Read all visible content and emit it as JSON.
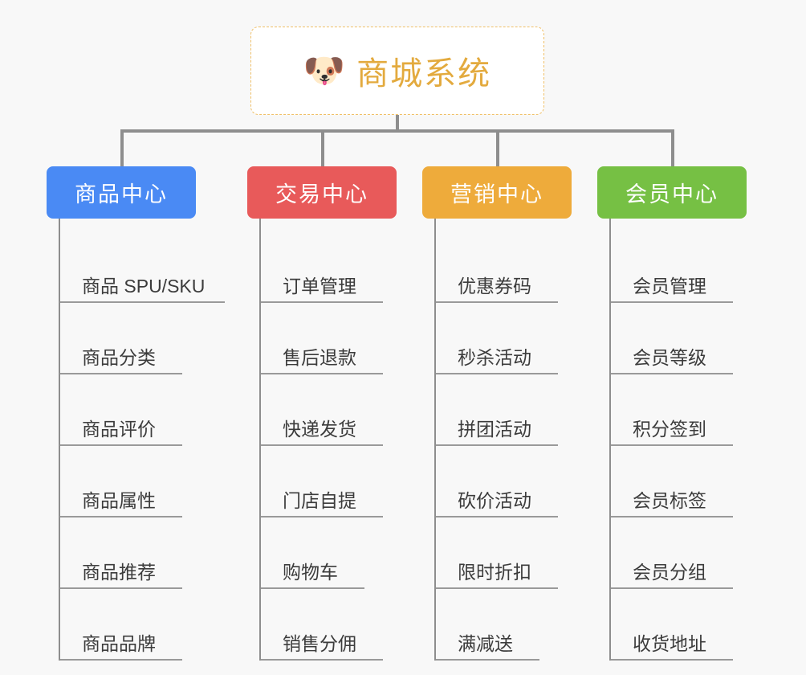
{
  "root": {
    "icon": "shiba-dog-emoji",
    "icon_glyph": "🐶",
    "title": "商城系统",
    "title_color": "#e3aa3e",
    "border_color": "#f0c068"
  },
  "canvas": {
    "background": "#f8f8f8",
    "connector_color": "#8e8e8e"
  },
  "branches": [
    {
      "label": "商品中心",
      "color": "#4a8af4",
      "rule_width": 205,
      "items": [
        {
          "label": "商品 SPU/SKU",
          "rule_width": 205
        },
        {
          "label": "商品分类",
          "rule_width": 152
        },
        {
          "label": "商品评价",
          "rule_width": 152
        },
        {
          "label": "商品属性",
          "rule_width": 152
        },
        {
          "label": "商品推荐",
          "rule_width": 152
        },
        {
          "label": "商品品牌",
          "rule_width": 152
        }
      ]
    },
    {
      "label": "交易中心",
      "color": "#e85a5a",
      "rule_width": 152,
      "items": [
        {
          "label": "订单管理",
          "rule_width": 152
        },
        {
          "label": "售后退款",
          "rule_width": 152
        },
        {
          "label": "快递发货",
          "rule_width": 152
        },
        {
          "label": "门店自提",
          "rule_width": 152
        },
        {
          "label": "购物车",
          "rule_width": 129
        },
        {
          "label": "销售分佣",
          "rule_width": 152
        }
      ]
    },
    {
      "label": "营销中心",
      "color": "#eeab3b",
      "rule_width": 152,
      "items": [
        {
          "label": "优惠券码",
          "rule_width": 152
        },
        {
          "label": "秒杀活动",
          "rule_width": 152
        },
        {
          "label": "拼团活动",
          "rule_width": 152
        },
        {
          "label": "砍价活动",
          "rule_width": 152
        },
        {
          "label": "限时折扣",
          "rule_width": 152
        },
        {
          "label": "满减送",
          "rule_width": 129
        }
      ]
    },
    {
      "label": "会员中心",
      "color": "#76c044",
      "rule_width": 152,
      "items": [
        {
          "label": "会员管理",
          "rule_width": 152
        },
        {
          "label": "会员等级",
          "rule_width": 152
        },
        {
          "label": "积分签到",
          "rule_width": 152
        },
        {
          "label": "会员标签",
          "rule_width": 152
        },
        {
          "label": "会员分组",
          "rule_width": 152
        },
        {
          "label": "收货地址",
          "rule_width": 152
        }
      ]
    }
  ]
}
